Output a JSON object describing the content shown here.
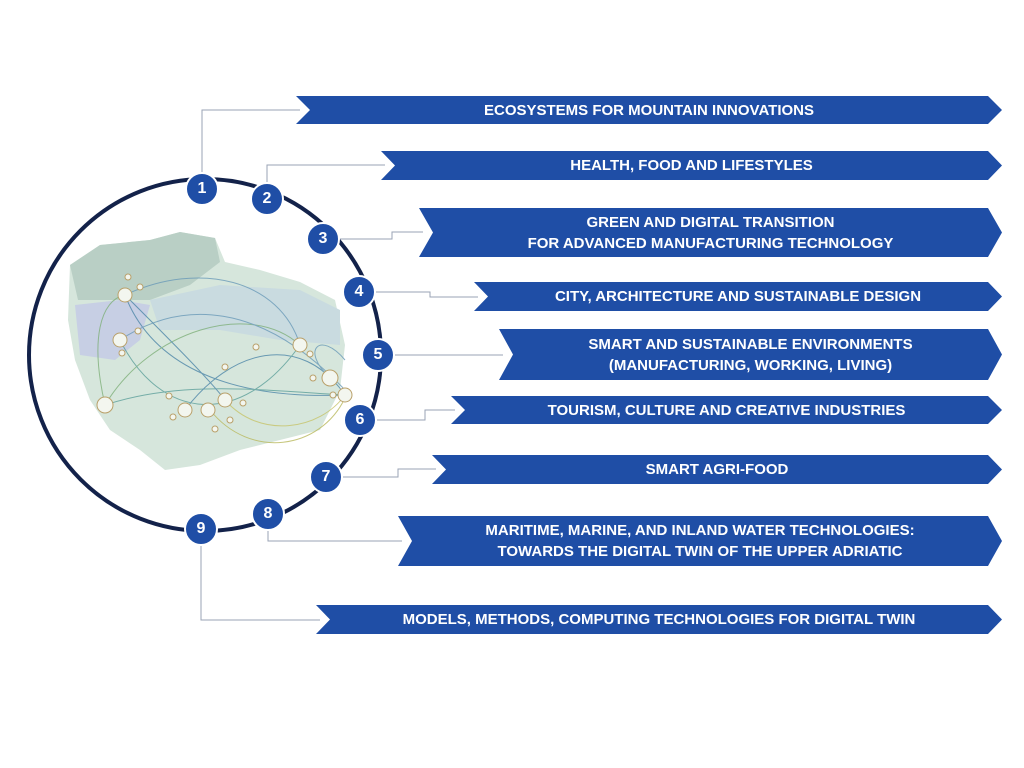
{
  "colors": {
    "banner": "#1f4ea6",
    "ring": "#13224a",
    "connector": "#9aa3b5"
  },
  "items": [
    {
      "number": "1",
      "lines": [
        "ECOSYSTEMS FOR MOUNTAIN INNOVATIONS"
      ]
    },
    {
      "number": "2",
      "lines": [
        "HEALTH, FOOD AND LIFESTYLES"
      ]
    },
    {
      "number": "3",
      "lines": [
        "GREEN AND DIGITAL TRANSITION",
        "FOR ADVANCED MANUFACTURING TECHNOLOGY"
      ]
    },
    {
      "number": "4",
      "lines": [
        "CITY, ARCHITECTURE AND SUSTAINABLE DESIGN"
      ]
    },
    {
      "number": "5",
      "lines": [
        "SMART AND SUSTAINABLE ENVIRONMENTS",
        "(MANUFACTURING, WORKING, LIVING)"
      ]
    },
    {
      "number": "6",
      "lines": [
        "TOURISM, CULTURE AND CREATIVE INDUSTRIES"
      ]
    },
    {
      "number": "7",
      "lines": [
        "SMART AGRI-FOOD"
      ]
    },
    {
      "number": "8",
      "lines": [
        "MARITIME, MARINE, AND INLAND WATER TECHNOLOGIES:",
        "TOWARDS THE DIGITAL TWIN OF THE UPPER ADRIATIC"
      ]
    },
    {
      "number": "9",
      "lines": [
        "MODELS, METHODS, COMPUTING TECHNOLOGIES FOR DIGITAL TWIN"
      ]
    }
  ]
}
